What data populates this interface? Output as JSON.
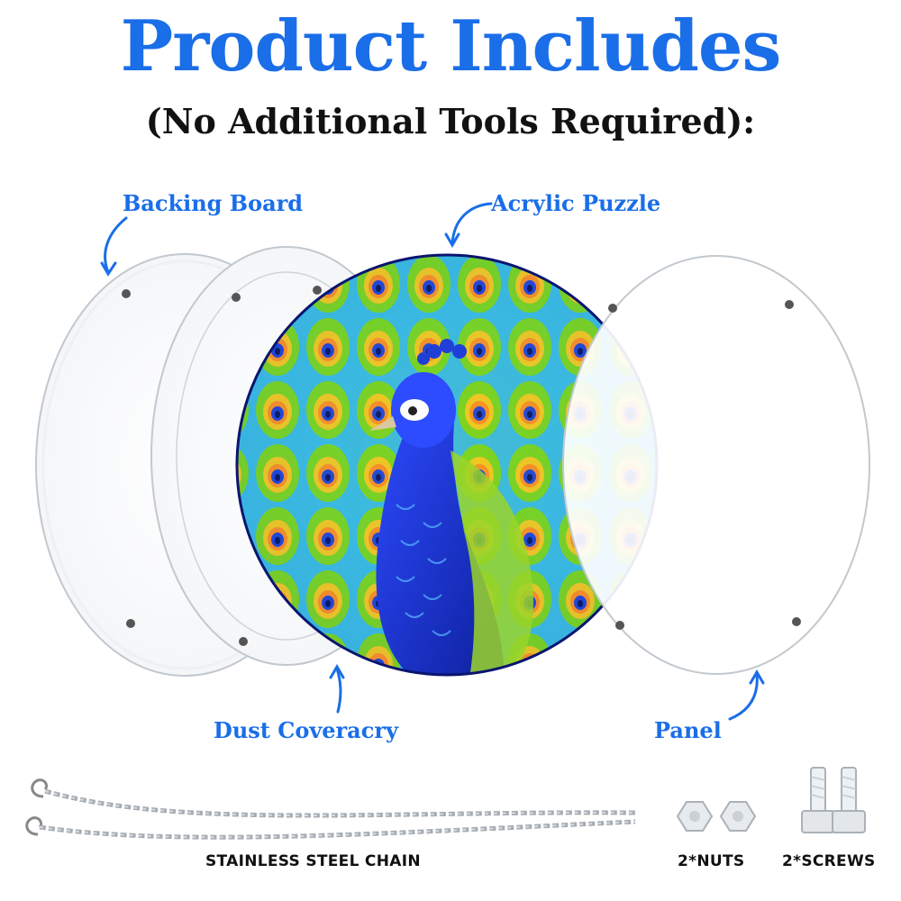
{
  "header": {
    "title": "Product Includes",
    "subtitle": "(No Additional Tools Required):"
  },
  "parts": {
    "backing_board": "Backing Board",
    "acrylic_puzzle": "Acrylic Puzzle",
    "dust_cover": "Dust Coveracry",
    "panel": "Panel"
  },
  "accessories": {
    "chain": "STAINLESS STEEL CHAIN",
    "nuts": "2*NUTS",
    "screws": "2*SCREWS"
  },
  "colors": {
    "accent": "#1a6ee8",
    "text": "#111111",
    "acrylic_edge": "#b9c0c7",
    "peacock_blue": "#1f3fd6",
    "peacock_green": "#7ad11a"
  }
}
